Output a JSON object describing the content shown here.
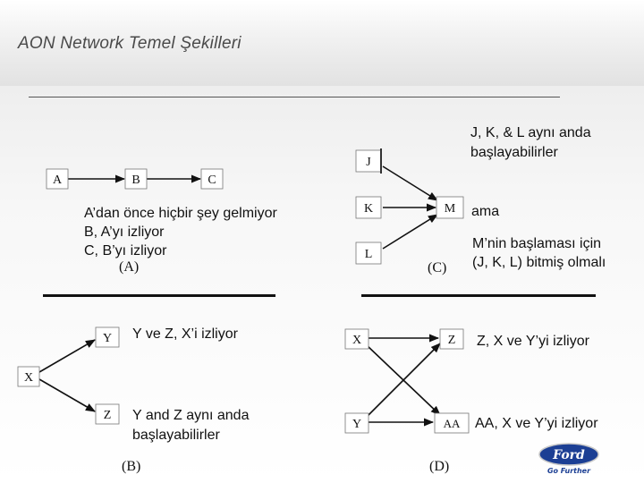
{
  "header": {
    "title": "AON Network Temel Şekilleri"
  },
  "nodes": {
    "A": "A",
    "B": "B",
    "C": "C",
    "J": "J",
    "K": "K",
    "L": "L",
    "M": "M",
    "X_b": "X",
    "Y_b": "Y",
    "Z_b": "Z",
    "X_d": "X",
    "Y_d": "Y",
    "Z_d": "Z",
    "AA": "AA"
  },
  "panels": {
    "a": {
      "caption": "(A)",
      "lines": [
        "A’dan önce hiçbir şey gelmiyor",
        "B, A’yı izliyor",
        "C, B’yı izliyor"
      ]
    },
    "b": {
      "caption": "(B)",
      "y_text": "Y ve Z, X’i izliyor",
      "z_text_lines": [
        "Y and Z aynı anda",
        "başlayabilirler"
      ]
    },
    "c": {
      "caption": "(C)",
      "note_lines": [
        "J, K, & L aynı anda",
        "başlayabilirler"
      ],
      "ama": "ama",
      "m_lines": [
        "M’nin başlaması için",
        "(J, K, L) bitmiş olmalı"
      ]
    },
    "d": {
      "caption": "(D)",
      "z_text": "Z, X ve Y’yi izliyor",
      "aa_text": "AA, X ve Y’yi izliyor"
    }
  },
  "logo": {
    "brand": "Ford",
    "tagline": "Go Further",
    "color": "#1c3f94"
  },
  "colors": {
    "arrow": "#111111",
    "node_border": "#777777"
  }
}
